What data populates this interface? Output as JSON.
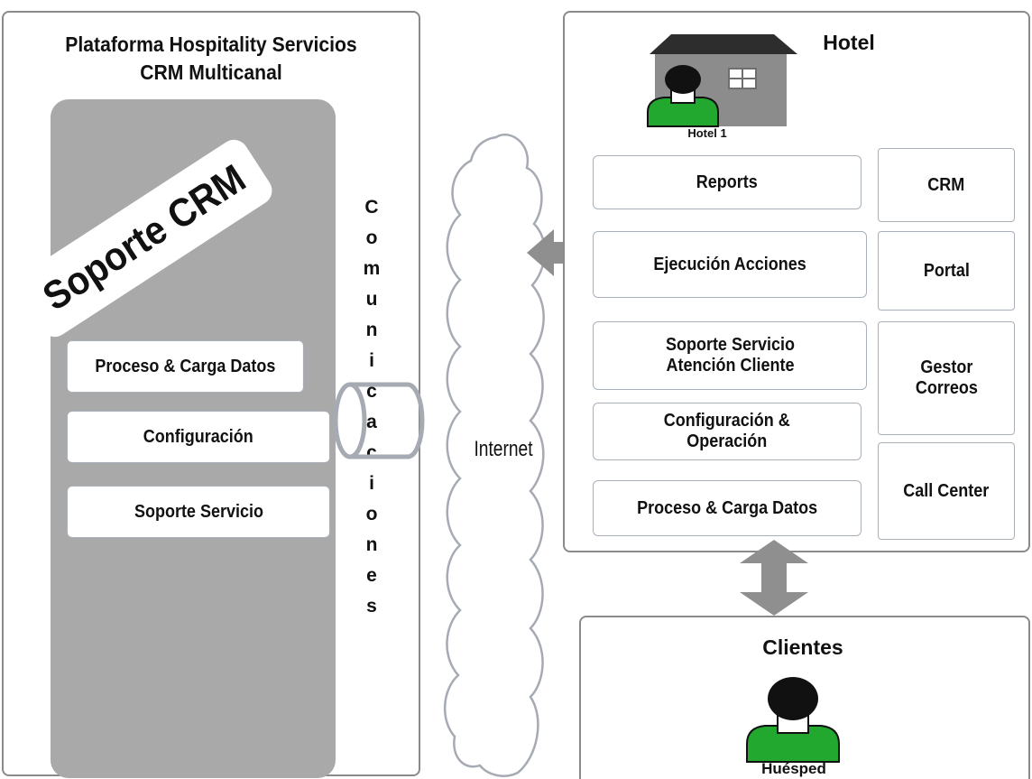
{
  "platform": {
    "title_line1": "Plataforma Hospitality Servicios",
    "title_line2": "CRM  Multicanal",
    "banner": "Soporte CRM",
    "modules": [
      "Proceso  & Carga Datos",
      "Configuración",
      "Soporte Servicio"
    ]
  },
  "communications": {
    "letters": [
      "C",
      "o",
      "m",
      "u",
      "n",
      "i",
      "c",
      "a",
      "c",
      "i",
      "o",
      "n",
      "e",
      "s"
    ]
  },
  "internet": {
    "label": "Internet"
  },
  "hotel": {
    "title": "Hotel",
    "icon_caption": "Hotel 1",
    "functions": [
      {
        "line1": "Reports",
        "line2": ""
      },
      {
        "line1": "Ejecución Acciones",
        "line2": ""
      },
      {
        "line1": "Soporte Servicio",
        "line2": "Atención Cliente"
      },
      {
        "line1": "Configuración &",
        "line2": "Operación"
      },
      {
        "line1": "Proceso  & Carga Datos",
        "line2": ""
      }
    ],
    "channels": [
      {
        "line1": "CRM",
        "line2": ""
      },
      {
        "line1": "Portal",
        "line2": ""
      },
      {
        "line1": "Gestor",
        "line2": "Correos"
      },
      {
        "line1": "Call Center",
        "line2": ""
      }
    ]
  },
  "clients": {
    "title": "Clientes",
    "icon_caption": "Huésped"
  },
  "colors": {
    "panel_border": "#8a8a8a",
    "crm_gray": "#a9a9a9",
    "arrow_gray": "#8f8f8f",
    "person_green": "#22a82e",
    "house_roof": "#2d2d2d",
    "house_wall": "#8c8c8c"
  }
}
